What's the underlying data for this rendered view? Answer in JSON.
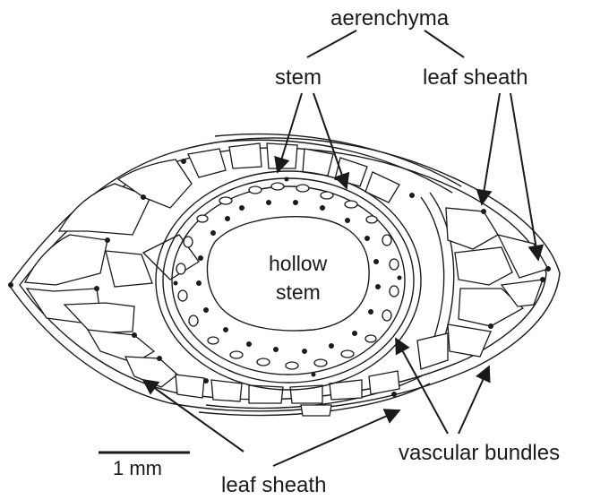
{
  "labels": {
    "aerenchyma": "aerenchyma",
    "stem": "stem",
    "leaf_sheath_top": "leaf sheath",
    "hollow": "hollow",
    "stem_inner": "stem",
    "vascular_bundles": "vascular bundles",
    "leaf_sheath_bottom": "leaf sheath",
    "scale": "1 mm"
  },
  "colors": {
    "ink": "#1a1a1a",
    "background": "#ffffff"
  }
}
